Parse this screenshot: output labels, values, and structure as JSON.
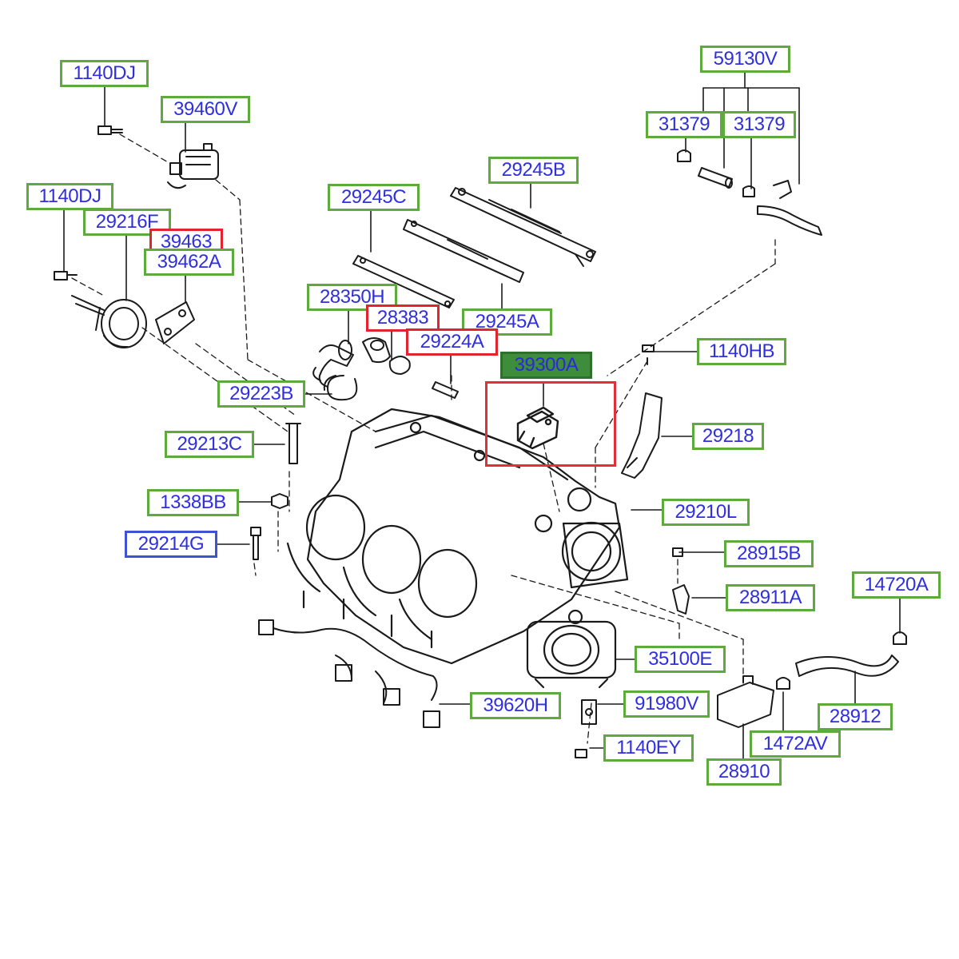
{
  "colors": {
    "label_border_green": "#5faa3c",
    "label_border_red": "#e1242e",
    "label_border_blue": "#3d52d5",
    "label_fill_green": "#3e8d3a",
    "label_text": "#2f2fe0",
    "highlight_box": "#e0303a",
    "line_art": "#1a1a1a"
  },
  "highlighted_part": "39300A",
  "labels": {
    "l_1140DJ_top": "1140DJ",
    "l_39460V": "39460V",
    "l_1140DJ_left": "1140DJ",
    "l_29216F": "29216F",
    "l_39463": "39463",
    "l_39462A": "39462A",
    "l_29245C": "29245C",
    "l_29245B": "29245B",
    "l_59130V": "59130V",
    "l_31379_a": "31379",
    "l_31379_b": "31379",
    "l_28350H": "28350H",
    "l_28383": "28383",
    "l_29245A": "29245A",
    "l_29224A": "29224A",
    "l_1140HB": "1140HB",
    "l_39300A": "39300A",
    "l_29223B": "29223B",
    "l_29218": "29218",
    "l_29213C": "29213C",
    "l_1338BB": "1338BB",
    "l_29210L": "29210L",
    "l_29214G": "29214G",
    "l_28915B": "28915B",
    "l_14720A": "14720A",
    "l_28911A": "28911A",
    "l_35100E": "35100E",
    "l_28912": "28912",
    "l_39620H": "39620H",
    "l_91980V": "91980V",
    "l_1472AV": "1472AV",
    "l_1140EY": "1140EY",
    "l_28910": "28910"
  }
}
